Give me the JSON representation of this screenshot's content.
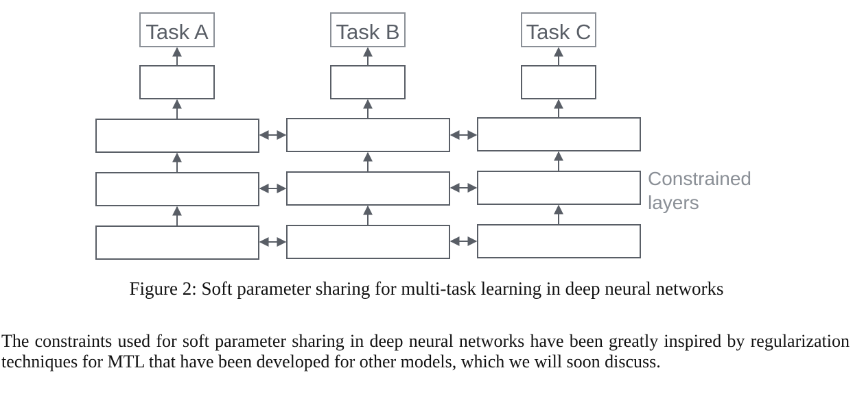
{
  "diagram": {
    "columns": [
      {
        "task_label": "Task A"
      },
      {
        "task_label": "Task B"
      },
      {
        "task_label": "Task C"
      }
    ],
    "side_label_lines": [
      "Constrained",
      "layers"
    ],
    "colors": {
      "box_stroke": "#595e66",
      "task_box_stroke": "#8a8f96",
      "arrow": "#595e66",
      "side_label": "#8a8f96"
    }
  },
  "caption": "Figure 2: Soft parameter sharing for multi-task learning in deep neural networks",
  "body_text": "The constraints used for soft parameter sharing in deep neural networks have been greatly inspired by regularization techniques for MTL that have been developed for other models, which we will soon discuss."
}
